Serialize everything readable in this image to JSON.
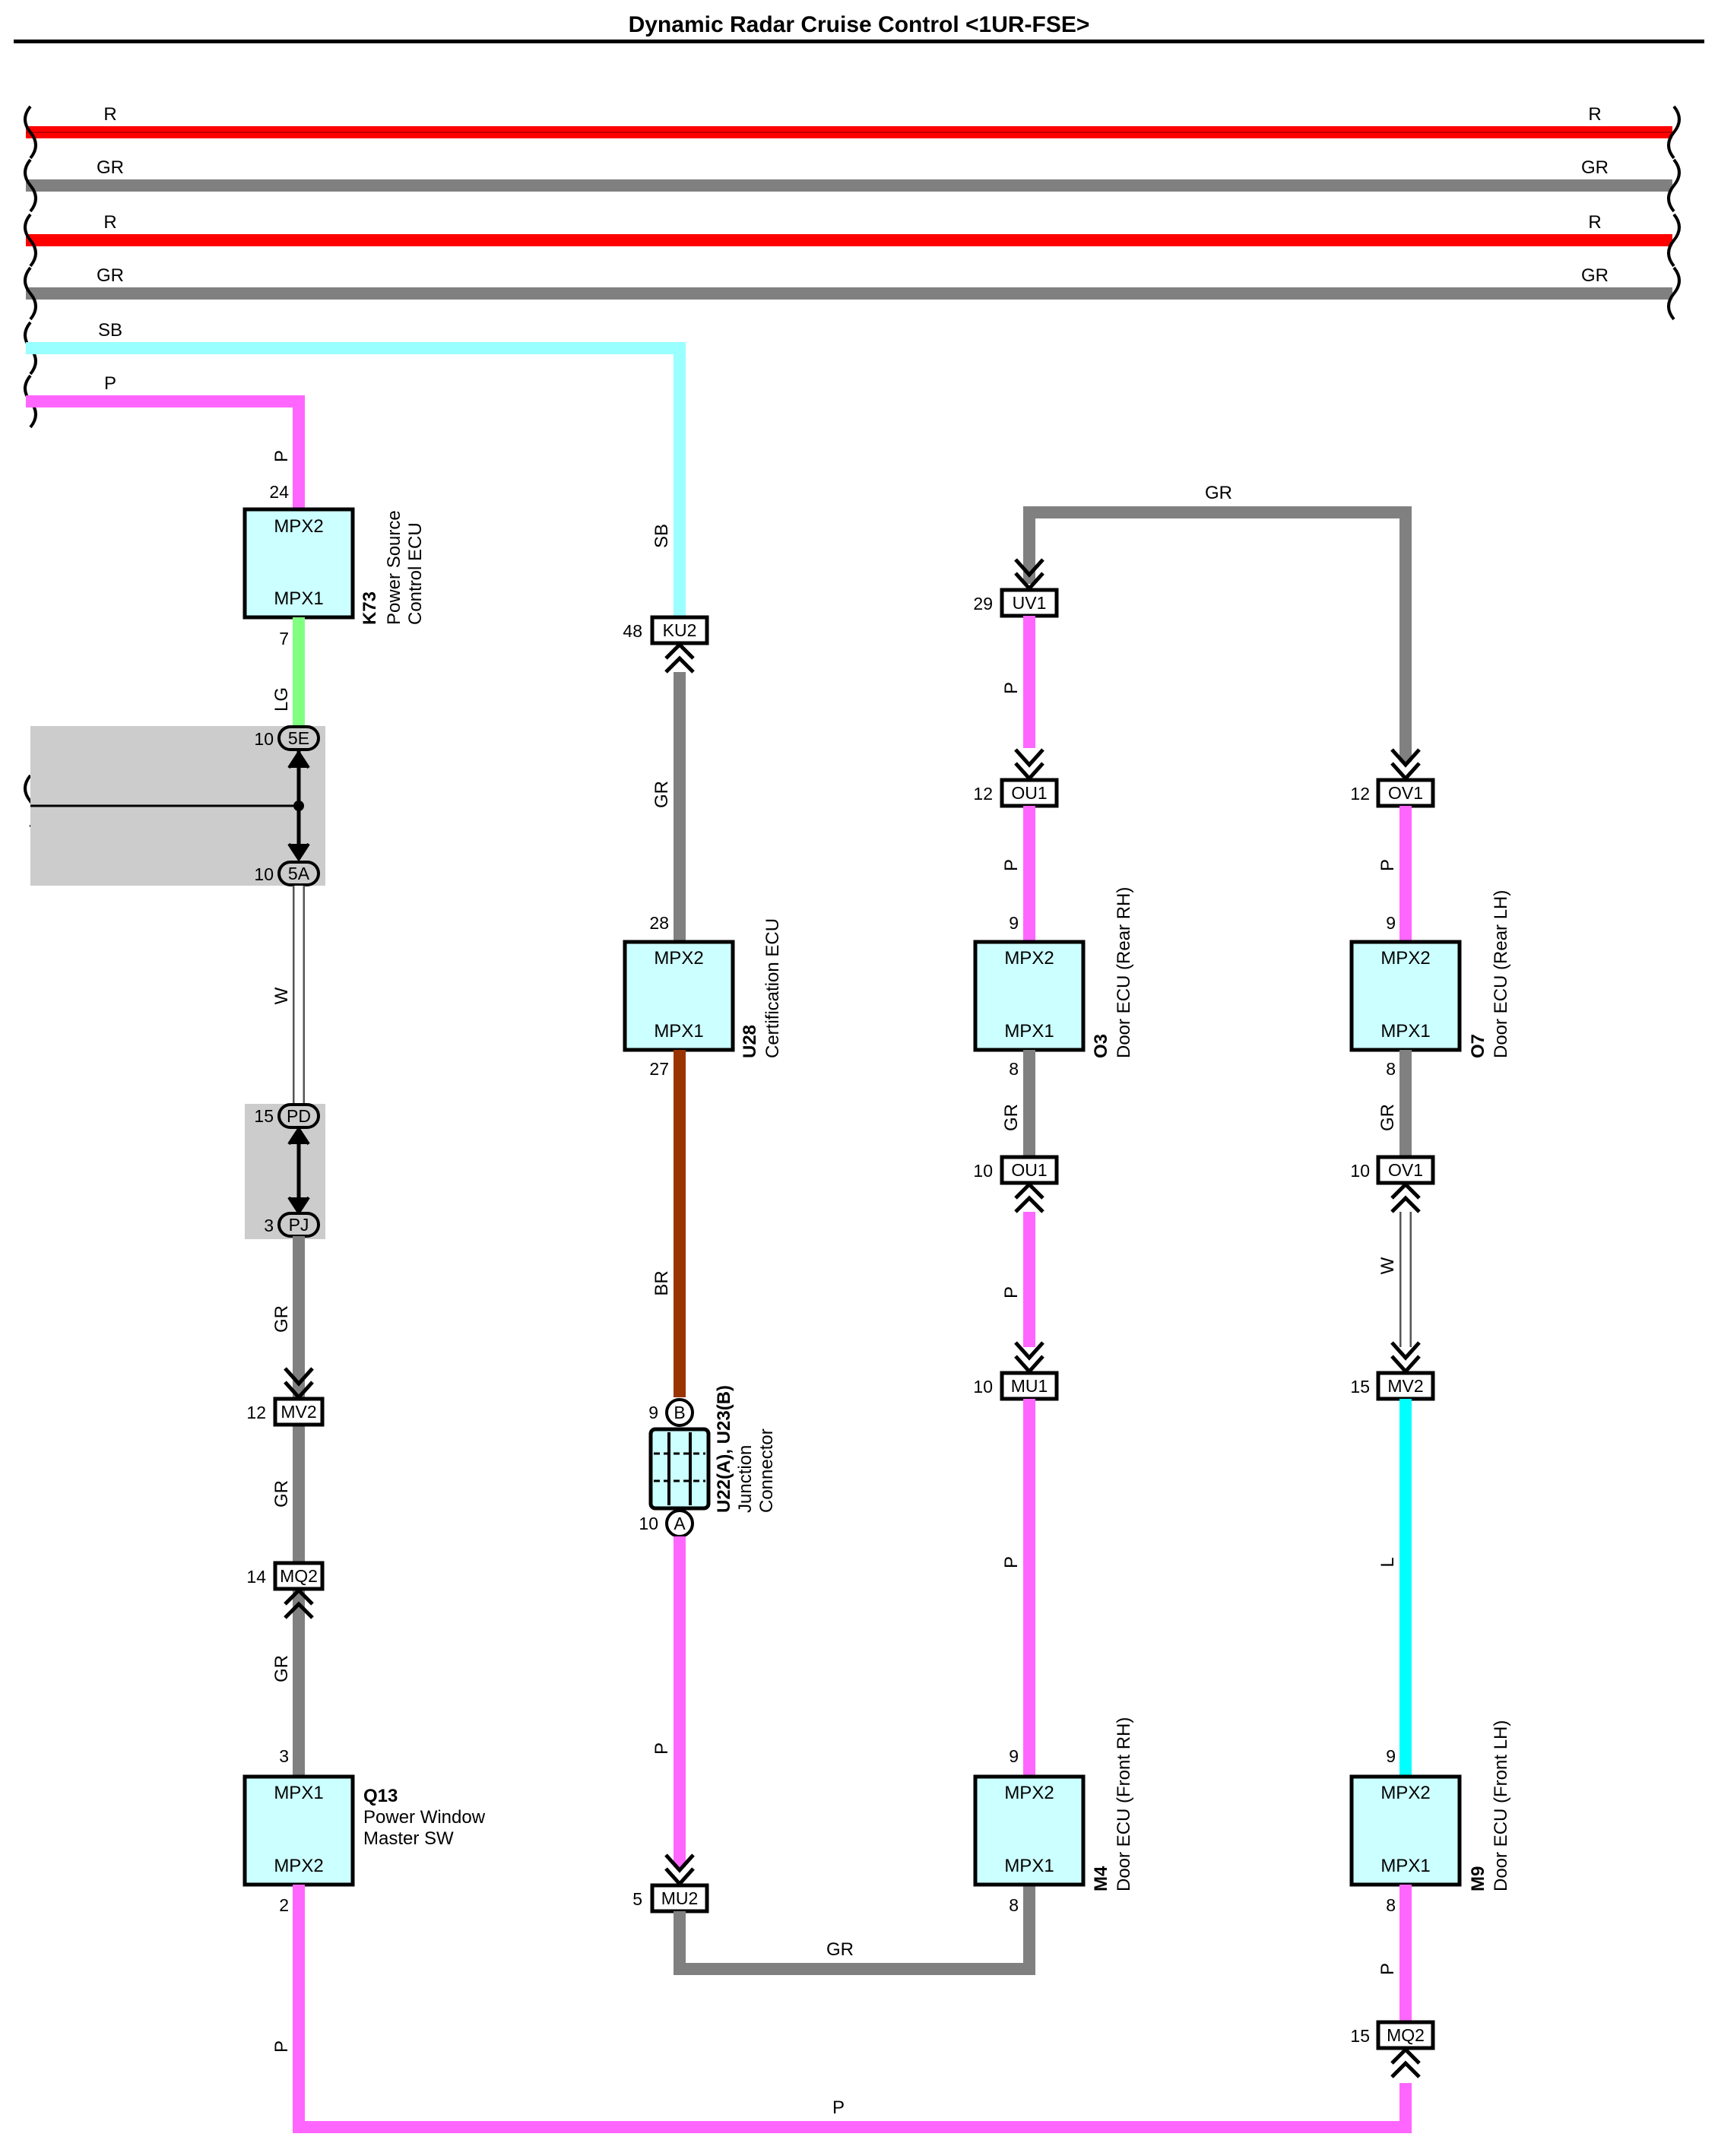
{
  "title": "Dynamic Radar Cruise Control <1UR-FSE>",
  "colors": {
    "R": "#ff0000",
    "GR": "#808080",
    "SB": "#99ffff",
    "P": "#ff66ff",
    "LG": "#80ff80",
    "W": "#ffffff",
    "BR": "#993300",
    "L": "#00ffff",
    "component_fill": "#ccffff",
    "junction_fill": "#cccccc"
  },
  "bus_lines": [
    {
      "left": "R",
      "right": "R"
    },
    {
      "left": "GR",
      "right": "GR"
    },
    {
      "left": "R",
      "right": "R"
    },
    {
      "left": "GR",
      "right": "GR"
    }
  ],
  "wire_labels": {
    "sb_top": "SB",
    "p_top": "P",
    "k73_in": "P",
    "k73_out": "LG",
    "j_w": "W",
    "q13_gr1": "GR",
    "q13_gr2": "GR",
    "q13_gr3": "GR",
    "q13_p": "P",
    "ku2_sb": "SB",
    "ku2_gr": "GR",
    "u28_br": "BR",
    "u22_p": "P",
    "mu2_gr": "GR",
    "top_gr": "GR",
    "uv1_p": "P",
    "ou1_p": "P",
    "o3_gr": "GR",
    "ou1b_p": "P",
    "mu1_p": "P",
    "ov1_p": "P",
    "o7_gr": "GR",
    "ov1b_w": "W",
    "mv2_l": "L",
    "m9_p": "P",
    "bottom_p": "P"
  },
  "components": {
    "k73": {
      "id": "K73",
      "line1": "Power Source",
      "line2": "Control ECU",
      "top": "MPX2",
      "bottom": "MPX1",
      "pin_top": "24",
      "pin_bottom": "7"
    },
    "u28": {
      "id": "U28",
      "line1": "Certification ECU",
      "top": "MPX2",
      "bottom": "MPX1",
      "pin_top": "28",
      "pin_bottom": "27"
    },
    "o3": {
      "id": "O3",
      "line1": "Door ECU (Rear RH)",
      "top": "MPX2",
      "bottom": "MPX1",
      "pin_top": "9",
      "pin_bottom": "8"
    },
    "o7": {
      "id": "O7",
      "line1": "Door ECU (Rear LH)",
      "top": "MPX2",
      "bottom": "MPX1",
      "pin_top": "9",
      "pin_bottom": "8"
    },
    "q13": {
      "id": "Q13",
      "line1": "Power Window",
      "line2": "Master SW",
      "top": "MPX1",
      "bottom": "MPX2",
      "pin_top": "3",
      "pin_bottom": "2"
    },
    "m4": {
      "id": "M4",
      "line1": "Door ECU (Front RH)",
      "top": "MPX2",
      "bottom": "MPX1",
      "pin_top": "9",
      "pin_bottom": "8"
    },
    "m9": {
      "id": "M9",
      "line1": "Door ECU (Front LH)",
      "top": "MPX2",
      "bottom": "MPX1",
      "pin_top": "9",
      "pin_bottom": "8"
    },
    "u22": {
      "id": "U22(A), U23(B)",
      "line1": "Junction",
      "line2": "Connector",
      "pin_b": "9",
      "pin_a": "10",
      "label_b": "B",
      "label_a": "A"
    }
  },
  "connectors": {
    "ku2": {
      "name": "KU2",
      "pin": "48"
    },
    "uv1": {
      "name": "UV1",
      "pin": "29"
    },
    "ou1": {
      "name": "OU1",
      "pin": "12"
    },
    "ov1": {
      "name": "OV1",
      "pin": "12"
    },
    "ou1b": {
      "name": "OU1",
      "pin": "10"
    },
    "ov1b": {
      "name": "OV1",
      "pin": "10"
    },
    "mu1": {
      "name": "MU1",
      "pin": "10"
    },
    "mv2b": {
      "name": "MV2",
      "pin": "15"
    },
    "mv2": {
      "name": "MV2",
      "pin": "12"
    },
    "mq2": {
      "name": "MQ2",
      "pin": "14"
    },
    "mu2": {
      "name": "MU2",
      "pin": "5"
    },
    "mq2b": {
      "name": "MQ2",
      "pin": "15"
    },
    "j5e": {
      "name": "5E",
      "pin": "10"
    },
    "j5a": {
      "name": "5A",
      "pin": "10"
    },
    "jpd": {
      "name": "PD",
      "pin": "15"
    },
    "jpj": {
      "name": "PJ",
      "pin": "3"
    }
  }
}
